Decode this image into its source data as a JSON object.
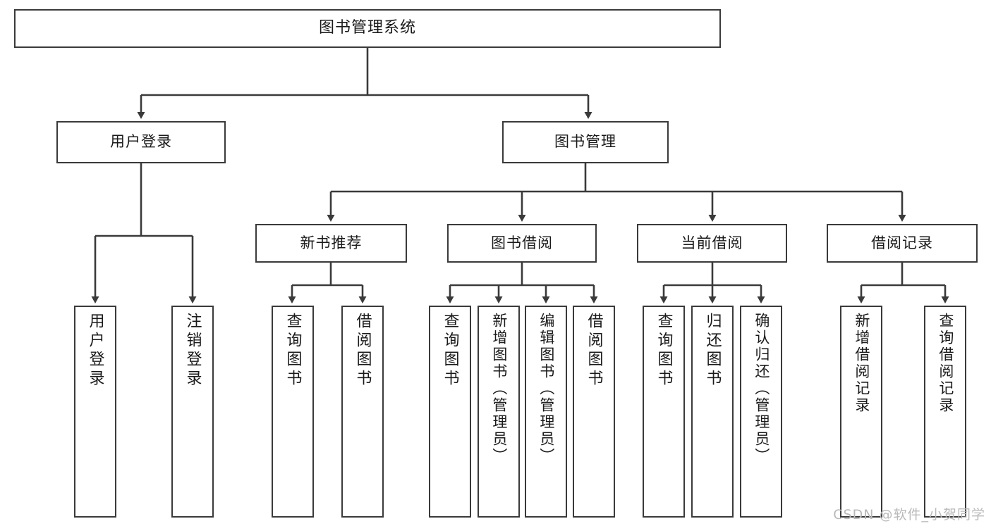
{
  "diagram": {
    "title": "图书管理系统",
    "type": "tree-hierarchy",
    "orientation": "top-down",
    "colors": {
      "box_border": "#3a3a3a",
      "box_fill": "#ffffff",
      "edge": "#3a3a3a",
      "text": "#1a1a1a",
      "watermark": "#b9b9b9"
    }
  },
  "root": {
    "label": "图书管理系统"
  },
  "level2": [
    {
      "label": "用户登录"
    },
    {
      "label": "图书管理"
    }
  ],
  "level3": [
    {
      "label": "新书推荐"
    },
    {
      "label": "图书借阅"
    },
    {
      "label": "当前借阅"
    },
    {
      "label": "借阅记录"
    }
  ],
  "leaves": {
    "user_login": [
      {
        "label": "用户登录"
      },
      {
        "label": "注销登录"
      }
    ],
    "new_book_recommend": [
      {
        "label": "查询图书"
      },
      {
        "label": "借阅图书"
      }
    ],
    "book_borrow": [
      {
        "label": "查询图书"
      },
      {
        "label": "新增图书（管理员）"
      },
      {
        "label": "编辑图书（管理员）"
      },
      {
        "label": "借阅图书"
      }
    ],
    "current_borrow": [
      {
        "label": "查询图书"
      },
      {
        "label": "归还图书"
      },
      {
        "label": "确认归还（管理员）"
      }
    ],
    "borrow_record": [
      {
        "label": "新增借阅记录"
      },
      {
        "label": "查询借阅记录"
      }
    ]
  },
  "watermark": {
    "text": "CSDN @软件_小贺同学"
  }
}
